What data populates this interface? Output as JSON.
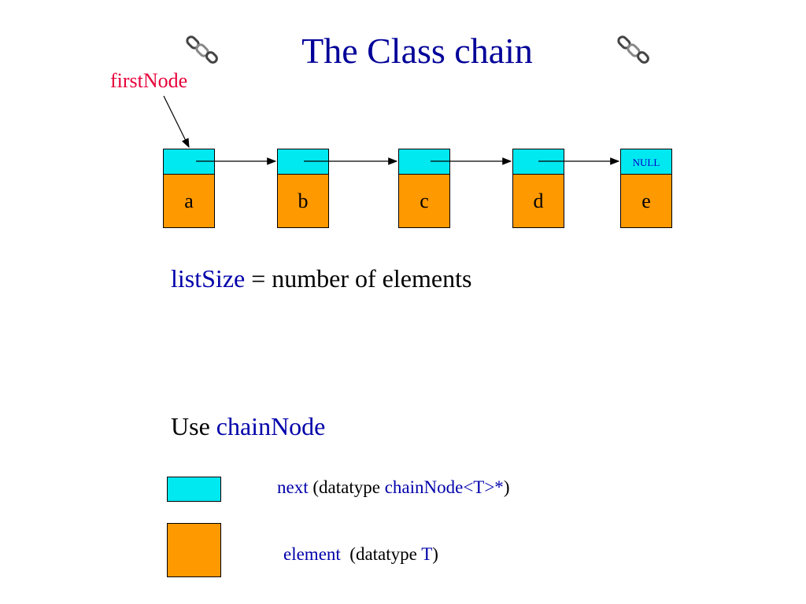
{
  "title": "The Class chain",
  "icons": {
    "left": "chain-link-icon",
    "right": "chain-link-icon"
  },
  "first_node_label": "firstNode",
  "nodes": [
    {
      "element": "a",
      "next": ""
    },
    {
      "element": "b",
      "next": ""
    },
    {
      "element": "c",
      "next": ""
    },
    {
      "element": "d",
      "next": ""
    },
    {
      "element": "e",
      "next": "NULL"
    }
  ],
  "list_size": {
    "term": "listSize",
    "rest": " = number of elements"
  },
  "use_line": {
    "prefix": "Use ",
    "term": "chainNode"
  },
  "legend": {
    "next": {
      "field": "next",
      "pre": " (datatype ",
      "type": "chainNode<T>*",
      "post": ")"
    },
    "element": {
      "field": "element",
      "pre": "  (datatype ",
      "type": "T",
      "post": ")"
    }
  },
  "colors": {
    "title": "#000099",
    "first_node_label": "#e8003a",
    "next_field": "#00e8f0",
    "element_field": "#ff9900",
    "keyword": "#0000aa"
  }
}
